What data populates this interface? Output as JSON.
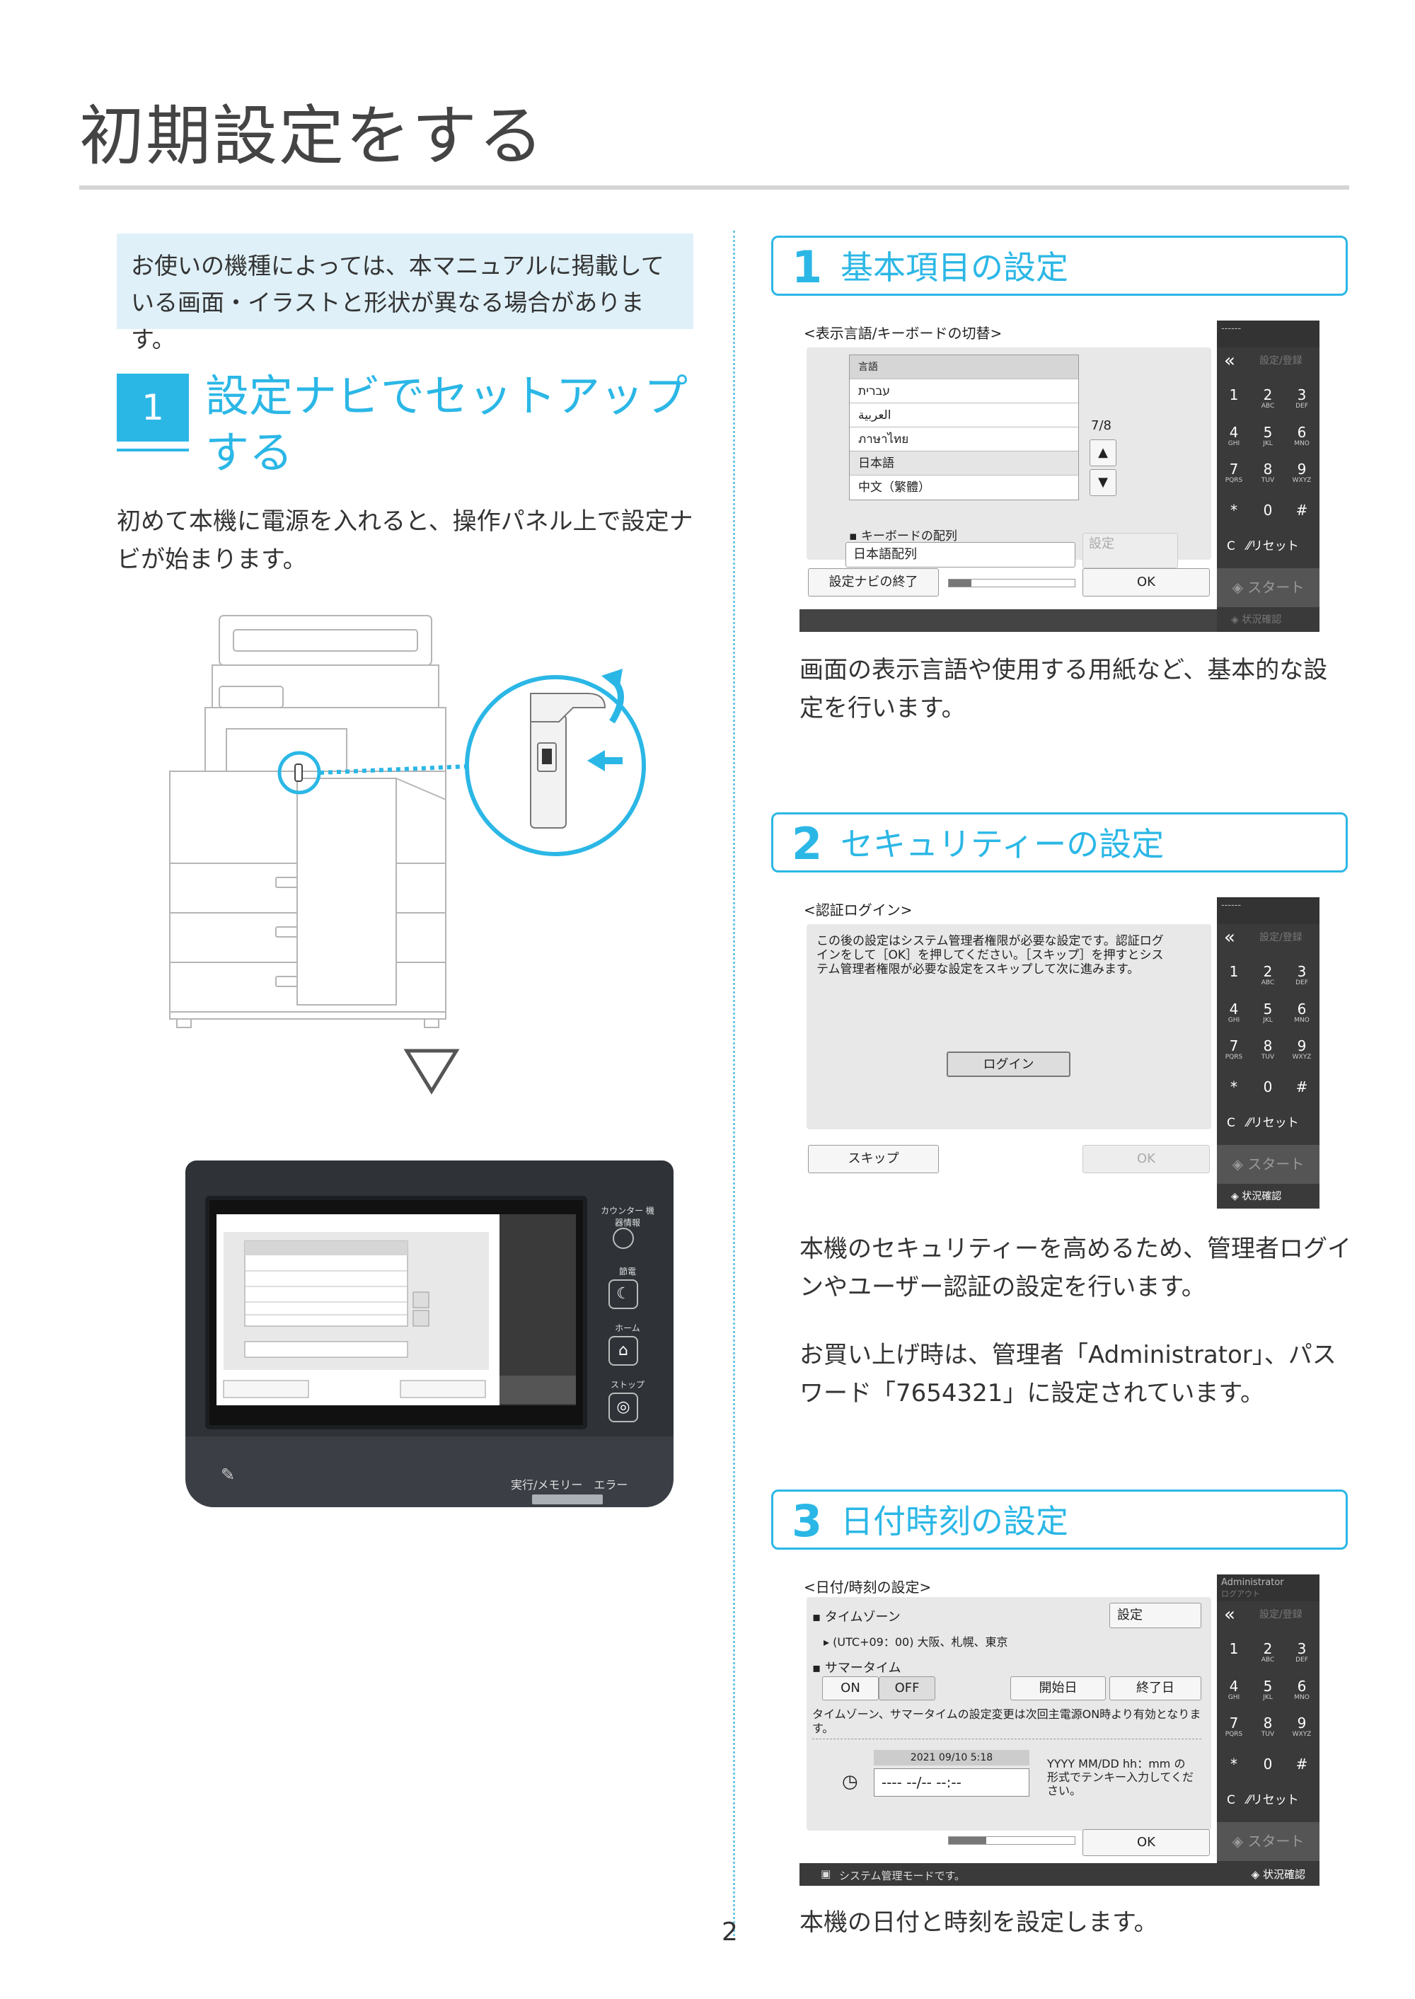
{
  "title": "初期設定をする",
  "note": "お使いの機種によっては、本マニュアルに掲載している画面・イラストと形状が異なる場合があります。",
  "step": {
    "number": "1",
    "title": "設定ナビでセットアップする",
    "text": "初めて本機に電源を入れると、操作パネル上で設定ナビが始まります。"
  },
  "panel": {
    "counter_label": "カウンター 機器情報",
    "energy_label": "節電",
    "home_label": "ホーム",
    "stop_label": "ストップ",
    "status_text": "実行/メモリー　エラー"
  },
  "screen1": {
    "header": "<表示言語/キーボードの切替>",
    "list_header": "言語",
    "languages": [
      "עברית",
      "العربية",
      "ภาษาไทย",
      "日本語",
      "中文（繁體）"
    ],
    "page_indicator": "7/8",
    "keyboard_label": "キーボードの配列",
    "keyboard_value": "日本語配列",
    "settings_button": "設定",
    "exit_button": "設定ナビの終了",
    "ok_button": "OK"
  },
  "keypad": {
    "top_label": "------",
    "settings_label": "設定/登録",
    "keys": [
      {
        "n": "1",
        "s": ""
      },
      {
        "n": "2",
        "s": "ABC"
      },
      {
        "n": "3",
        "s": "DEF"
      },
      {
        "n": "4",
        "s": "GHI"
      },
      {
        "n": "5",
        "s": "JKL"
      },
      {
        "n": "6",
        "s": "MNO"
      },
      {
        "n": "7",
        "s": "PQRS"
      },
      {
        "n": "8",
        "s": "TUV"
      },
      {
        "n": "9",
        "s": "WXYZ"
      },
      {
        "n": "*",
        "s": ""
      },
      {
        "n": "0",
        "s": ""
      },
      {
        "n": "#",
        "s": ""
      }
    ],
    "clear": "C",
    "reset": "リセット",
    "start": "スタート",
    "status_check": "状況確認"
  },
  "sections": [
    {
      "number": "1",
      "title": "基本項目の設定",
      "text": "画面の表示言語や使用する用紙など、基本的な設定を行います。"
    },
    {
      "number": "2",
      "title": "セキュリティーの設定",
      "text1": "本機のセキュリティーを高めるため、管理者ログインやユーザー認証の設定を行います。",
      "text2": "お買い上げ時は、管理者「Administrator」、パスワード「7654321」に設定されています。"
    },
    {
      "number": "3",
      "title": "日付時刻の設定",
      "text": "本機の日付と時刻を設定します。"
    }
  ],
  "screen2": {
    "header": "<認証ログイン>",
    "message": "この後の設定はシステム管理者権限が必要な設定です。認証ログインをして［OK］を押してください。［スキップ］を押すとシステム管理者権限が必要な設定をスキップして次に進みます。",
    "login_button": "ログイン",
    "skip_button": "スキップ",
    "ok_button": "OK"
  },
  "screen3": {
    "header": "<日付/時刻の設定>",
    "side_user": "Administrator",
    "side_logout": "ログアウト",
    "timezone_label": "タイムゾーン",
    "timezone_value": "(UTC+09：00) 大阪、札幌、東京",
    "settings_button": "設定",
    "summer_label": "サマータイム",
    "on_button": "ON",
    "off_button": "OFF",
    "start_button": "開始日",
    "end_button": "終了日",
    "notice": "タイムゾーン、サマータイムの設定変更は次回主電源ON時より有効となります。",
    "current_datetime": "2021 09/10 5:18",
    "input_value": "---- --/-- --:--",
    "format_hint": "YYYY MM/DD hh：mm の形式でテンキー入力してください。",
    "ok_button": "OK",
    "footer_mode": "システム管理モードです。"
  },
  "page_number": "2"
}
